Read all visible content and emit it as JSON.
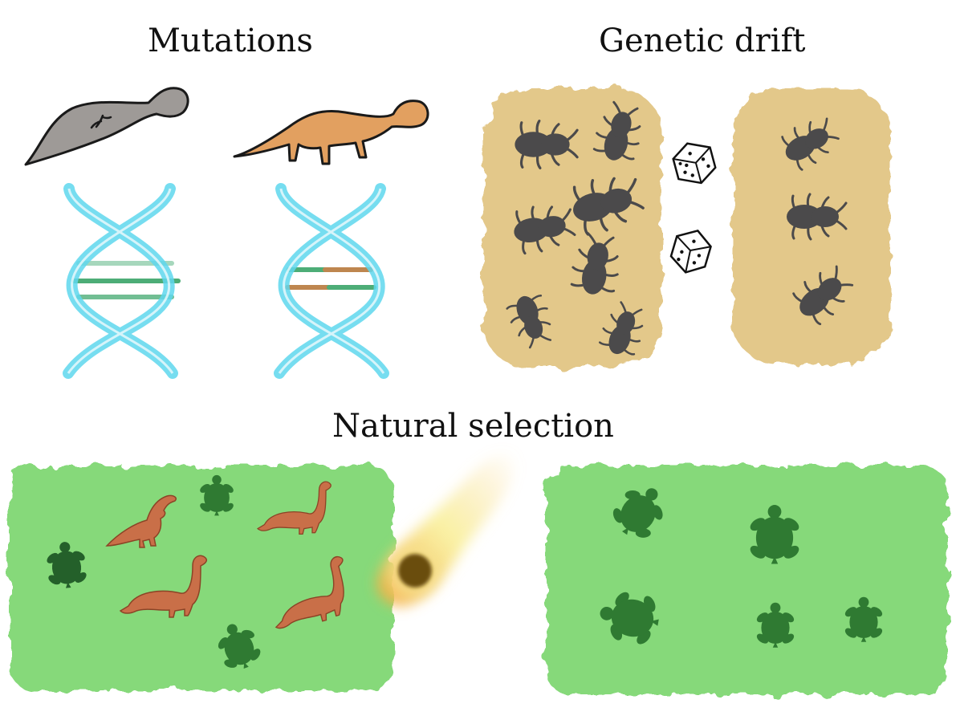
{
  "panels": {
    "mutations": {
      "title": "Mutations"
    },
    "genetic_drift": {
      "title": "Genetic drift"
    },
    "natural_selection": {
      "title": "Natural selection"
    }
  },
  "colors": {
    "background": "#ffffff",
    "original_creature": "#9e9a97",
    "mutated_creature": "#e2a060",
    "dna_backbone": "#5fd8ee",
    "base_pair_green": "#3aa569",
    "base_pair_brown": "#b87a3c",
    "sand": "#e3c88a",
    "beetle": "#4b4a4b",
    "grass": "#86d97a",
    "turtle": "#2f7a32",
    "dinosaur": "#c96f48",
    "meteor_core": "#6b4e10",
    "meteor_flame": "#f7ef9a"
  }
}
